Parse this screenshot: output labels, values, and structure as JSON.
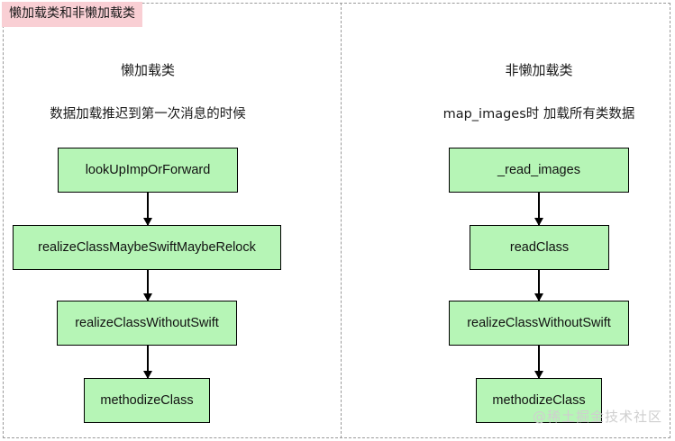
{
  "document": {
    "title": "懒加载类和非懒加载类",
    "title_highlight_color": "#f9cfd4",
    "background_color": "#ffffff",
    "frame_style": "dashed",
    "frame_color": "#9a9a9a"
  },
  "node_style": {
    "fill_color": "#b6f5b6",
    "border_color": "#000000",
    "text_color": "#111111"
  },
  "columns": [
    {
      "id": "lazy",
      "heading": "懒加载类",
      "subtitle": "数据加载推迟到第一次消息的时候",
      "nodes": [
        {
          "label": "lookUpImpOrForward"
        },
        {
          "label": "realizeClassMaybeSwiftMaybeRelock"
        },
        {
          "label": "realizeClassWithoutSwift"
        },
        {
          "label": "methodizeClass"
        }
      ]
    },
    {
      "id": "non-lazy",
      "heading": "非懒加载类",
      "subtitle": "map_images时 加载所有类数据",
      "nodes": [
        {
          "label": "_read_images"
        },
        {
          "label": "readClass"
        },
        {
          "label": "realizeClassWithoutSwift"
        },
        {
          "label": "methodizeClass"
        }
      ]
    }
  ],
  "watermark": {
    "text": "@稀土掘金技术社区",
    "color": "#cfcfcf"
  }
}
